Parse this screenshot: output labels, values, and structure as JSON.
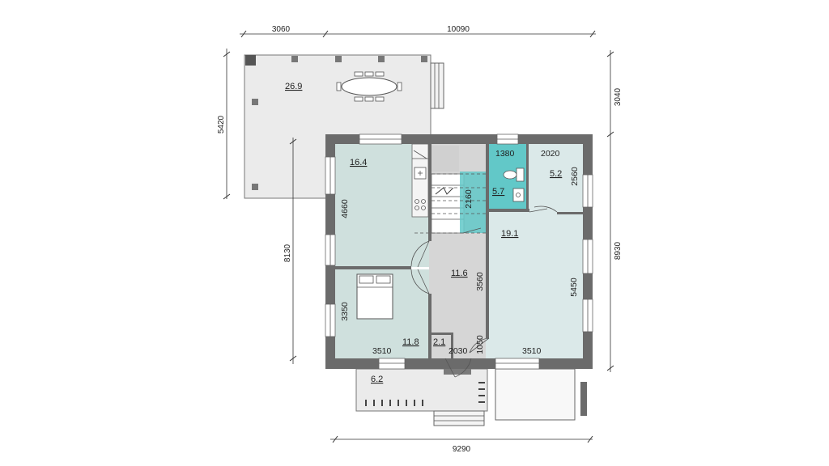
{
  "overall_dimensions": {
    "top_left": "3060",
    "top_right": "10090",
    "left_terrace": "5420",
    "right_upper": "3040",
    "right_lower": "8930",
    "left_house": "8130",
    "bottom": "9290"
  },
  "rooms": {
    "terrace": "26.9",
    "kitchen": "16.4",
    "bathroom": "5.7",
    "small_room": "5.2",
    "living_room": "19.1",
    "hall": "11.6",
    "bedroom": "11.8",
    "closet": "2.1",
    "porch": "6.2"
  },
  "inner_dimensions": {
    "bath_width": "1380",
    "small_room_width": "2020",
    "small_room_depth": "2560",
    "stair_width": "2160",
    "kitchen_depth": "4660",
    "bedroom_depth": "3350",
    "bedroom_width": "3510",
    "hall_depth": "3560",
    "living_depth": "5450",
    "living_width": "3510",
    "hall_width": "2030",
    "vestibule_depth": "1050"
  },
  "colors": {
    "wall": "#6b6b6b",
    "kitchen_bedroom_fill": "#cfe0dd",
    "living_fill": "#dbe9e9",
    "bath_fill": "#62c8c8",
    "hall_fill": "#d6d6d6",
    "terrace_fill": "#ebebeb"
  }
}
